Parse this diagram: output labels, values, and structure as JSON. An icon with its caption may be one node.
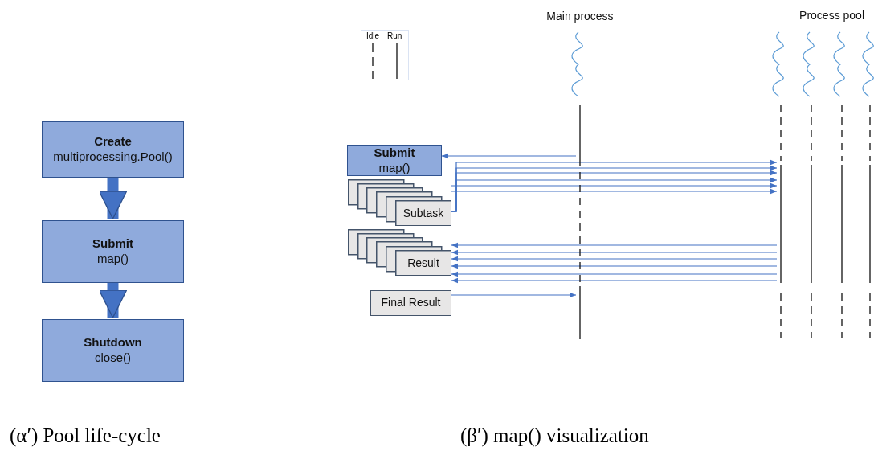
{
  "diagram": {
    "nodes": [
      {
        "text": [
          "Create",
          "multiprocessing.Pool()"
        ]
      },
      {
        "text": [
          "Submit",
          "map()"
        ]
      },
      {
        "text": [
          "Shutdown",
          "close()"
        ]
      },
      {
        "text": [
          "Main process"
        ]
      },
      {
        "text": [
          "Process pool"
        ]
      },
      {
        "text": [],
        "shape": "bar",
        "in": 4
      },
      {
        "text": [],
        "shape": "bar",
        "in": 4
      },
      {
        "text": [],
        "shape": "bar",
        "in": 4
      },
      {
        "text": [],
        "shape": "bar",
        "in": 4
      },
      {
        "text": [
          "Submit",
          "map()"
        ]
      },
      {
        "text": [
          "Subtask"
        ]
      },
      {
        "text": [
          "Result"
        ]
      },
      {
        "text": [
          "Final Result"
        ]
      },
      {
        "text": [],
        "shape": "bar"
      }
    ],
    "edges": [
      {
        "from": 0,
        "to": 1,
        "arrow": "to",
        "style": "thick"
      },
      {
        "from": 1,
        "to": 2,
        "arrow": "to",
        "style": "thick"
      },
      {
        "from": 3,
        "to": 9,
        "arrow": "to"
      },
      {
        "from": 10,
        "to": 5,
        "arrow": "to"
      },
      {
        "from": 10,
        "to": 5,
        "arrow": "to"
      },
      {
        "from": 10,
        "to": 5,
        "arrow": "to"
      },
      {
        "from": 10,
        "to": 5,
        "arrow": "to"
      },
      {
        "from": 10,
        "to": 5,
        "arrow": "to"
      },
      {
        "from": 10,
        "to": 5,
        "arrow": "to"
      },
      {
        "from": 5,
        "to": 11,
        "arrow": "to"
      },
      {
        "from": 5,
        "to": 11,
        "arrow": "to"
      },
      {
        "from": 5,
        "to": 11,
        "arrow": "to"
      },
      {
        "from": 5,
        "to": 11,
        "arrow": "to"
      },
      {
        "from": 5,
        "to": 11,
        "arrow": "to"
      },
      {
        "from": 5,
        "to": 11,
        "arrow": "to"
      },
      {
        "from": 12,
        "to": 13,
        "arrow": "to"
      },
      {
        "from": 3,
        "to": 13,
        "arrow": "none",
        "style": "dashed",
        "color": "#111111"
      }
    ],
    "labels": [
      "(α′) Pool life-cycle",
      "(β′) map() visualization"
    ],
    "legend": [
      {
        "text": "Idle"
      },
      {
        "text": "Run"
      }
    ]
  }
}
